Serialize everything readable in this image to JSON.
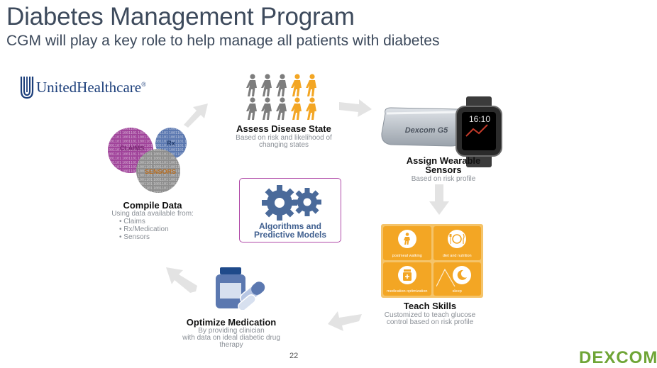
{
  "slide": {
    "title": "Diabetes Management Program",
    "subtitle": "CGM will play a key role to help manage all patients with diabetes",
    "page_number": "22"
  },
  "logos": {
    "partner": "UnitedHealthcare",
    "partner_mark": "®",
    "brand": "DEXCOM",
    "device": "Dexcom G5",
    "watch_time": "16:10"
  },
  "steps": {
    "assess": {
      "title": "Assess Disease State",
      "desc_line1": "Based on risk and likelihood of",
      "desc_line2": "changing states"
    },
    "assign": {
      "title_line1": "Assign Wearable",
      "title_line2": "Sensors",
      "desc": "Based on risk profile"
    },
    "teach": {
      "title": "Teach Skills",
      "desc_line1": "Customized to teach glucose",
      "desc_line2": "control based on risk profile",
      "tiles": [
        "postmeal walking",
        "diet and nutrition",
        "medication optimization",
        "sleep"
      ]
    },
    "optimize": {
      "title": "Optimize Medication",
      "desc_line1": "By providing clinician",
      "desc_line2": "with data on ideal diabetic drug",
      "desc_line3": "therapy"
    },
    "compile": {
      "title": "Compile Data",
      "desc": "Using data available from:",
      "sources": [
        "Claims",
        "Rx/Medication",
        "Sensors"
      ],
      "venn_labels": [
        "CLAIMS",
        "Rx",
        "SENSORS"
      ]
    }
  },
  "center": {
    "line1": "Algorithms and",
    "line2": "Predictive Models"
  },
  "colors": {
    "title": "#3d4a5c",
    "gray_person": "#7d7d7d",
    "orange_person": "#f3a624",
    "gear": "#4a6a9a",
    "center_border": "#b04aa8",
    "skills_tile": "#f3a624",
    "dexcom_green": "#6fa536",
    "claims_circle": "#a0439a",
    "rx_circle": "#5b78b0",
    "sensors_circle": "#8e8e8e"
  }
}
